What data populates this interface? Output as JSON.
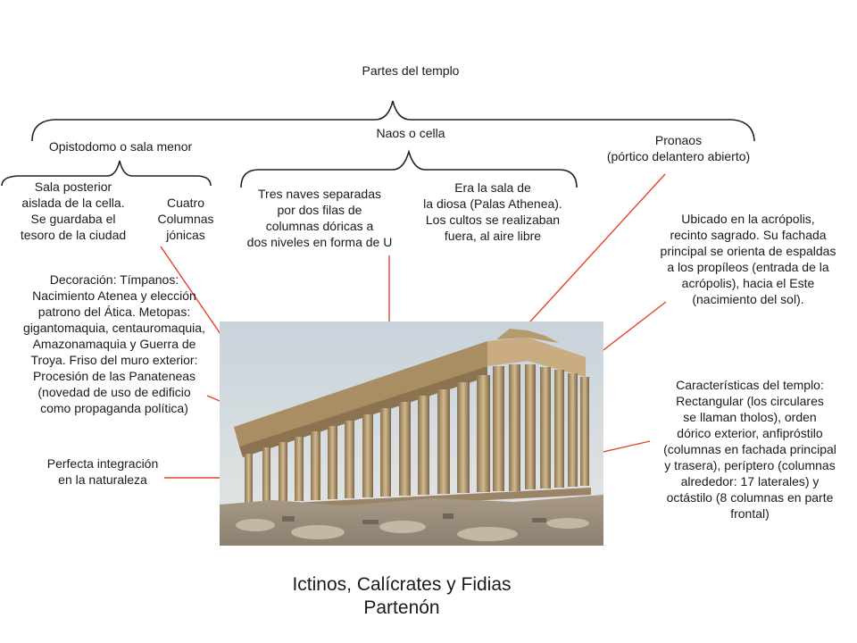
{
  "title": "Partes del templo",
  "naos": "Naos o cella",
  "opistodomo": "Opistodomo o sala menor",
  "pronaos": "Pronaos\n(pórtico delantero abierto)",
  "sala_posterior": "Sala posterior\naislada de la cella.\nSe guardaba el\ntesoro de la ciudad",
  "cuatro_columnas": "Cuatro\nColumnas\njónicas",
  "tres_naves": "Tres naves separadas\npor dos filas de\ncolumnas dóricas a\ndos niveles en forma de U",
  "sala_diosa": "Era la sala de\nla diosa (Palas Athenea).\nLos cultos se realizaban\nfuera, al aire libre",
  "ubicado": "Ubicado en la acrópolis,\nrecinto sagrado. Su fachada\nprincipal se orienta de espaldas\na los propíleos (entrada de la\nacrópolis), hacia el Este\n(nacimiento del sol).",
  "decoracion": "Decoración: Tímpanos:\nNacimiento Atenea y elección\npatrono del Ática. Metopas:\ngigantomaquia, centauromaquia,\nAmazonamaquia y Guerra de\nTroya.  Friso del muro exterior:\nProcesión de las Panateneas\n(novedad de uso de edificio\ncomo propaganda política)",
  "integracion": "Perfecta integración\nen la naturaleza",
  "caracteristicas": "Características del templo:\nRectangular (los circulares\nse llaman tholos), orden\ndórico exterior, anfipróstilo\n(columnas en fachada principal\ny trasera), períptero (columnas\nalrededor: 17 laterales) y\noctástilo (8 columnas en parte\nfrontal)",
  "autores": "Ictinos, Calícrates y Fidias",
  "nombre": "Partenón",
  "colors": {
    "arrow": "#e8402a",
    "brace": "#222222",
    "sky": "#d7dfe6",
    "marble": "#b89a6e"
  }
}
